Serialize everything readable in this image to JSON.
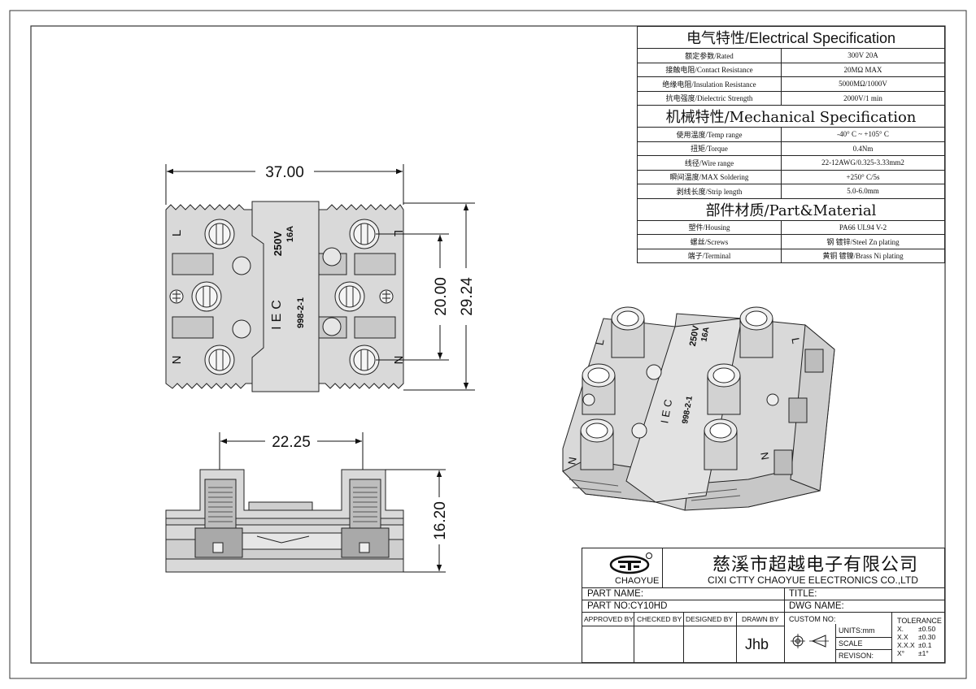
{
  "drawing": {
    "dimensions": {
      "width_top": "37.00",
      "height_outer": "29.24",
      "height_inner": "20.00",
      "width_side": "22.25",
      "height_side": "16.20"
    },
    "marks": {
      "voltage": "250V",
      "current": "16A",
      "iec": "IEC",
      "standard": "998-2-1",
      "L": "L",
      "N": "N"
    }
  },
  "electrical": {
    "header": "电气特性/Electrical Specification",
    "rows": [
      {
        "label": "额定参数/Rated",
        "value": "300V  20A"
      },
      {
        "label": "接触电阻/Contact Resistance",
        "value": "20MΩ MAX"
      },
      {
        "label": "绝缘电阻/Insulation Resistance",
        "value": "5000MΩ/1000V"
      },
      {
        "label": "抗电强度/Dielectric Strength",
        "value": "2000V/1 min"
      }
    ]
  },
  "mechanical": {
    "header": "机械特性/Mechanical Specification",
    "rows": [
      {
        "label": "使用温度/Temp range",
        "value": "-40° C ~ +105° C"
      },
      {
        "label": "扭矩/Torque",
        "value": "0.4Nm"
      },
      {
        "label": "线径/Wire range",
        "value": "22-12AWG/0.325-3.33mm2"
      },
      {
        "label": "瞬间温度/MAX Soldering",
        "value": "+250° C/5s"
      },
      {
        "label": "剥线长度/Strip length",
        "value": "5.0-6.0mm"
      }
    ]
  },
  "material": {
    "header": "部件材质/Part&Material",
    "rows": [
      {
        "label": "塑件/Housing",
        "value": "PA66 UL94 V-2"
      },
      {
        "label": "螺丝/Screws",
        "value": "钢 镀锌/Steel Zn plating"
      },
      {
        "label": "端子/Terminal",
        "value": "黄铜 镀镍/Brass Ni  plating"
      }
    ]
  },
  "title_block": {
    "brand": "CHAOYUE",
    "company_cn": "慈溪市超越电子有限公司",
    "company_en": "CIXI CTTY CHAOYUE ELECTRONICS CO.,LTD",
    "part_name": "PART NAME:",
    "title": "TITLE:",
    "part_no": "PART NO:CY10HD",
    "dwg_name": "DWG NAME:",
    "approved_by": "APPROVED BY",
    "checked_by": "CHECKED BY",
    "designed_by": "DESIGNED BY",
    "drawn_by": "DRAWN BY",
    "drawn_by_value": "Jhb",
    "custom_no": "CUSTOM NO:",
    "units": "UNITS:mm",
    "scale": "SCALE",
    "revision": "REVISON:",
    "tolerance": {
      "title": "TOLERANCE",
      "rows": [
        {
          "k": "X.",
          "v": "±0.50"
        },
        {
          "k": "X.X",
          "v": "±0.30"
        },
        {
          "k": "X.X.X",
          "v": "±0.1"
        },
        {
          "k": "X°",
          "v": "±1°"
        }
      ]
    }
  }
}
